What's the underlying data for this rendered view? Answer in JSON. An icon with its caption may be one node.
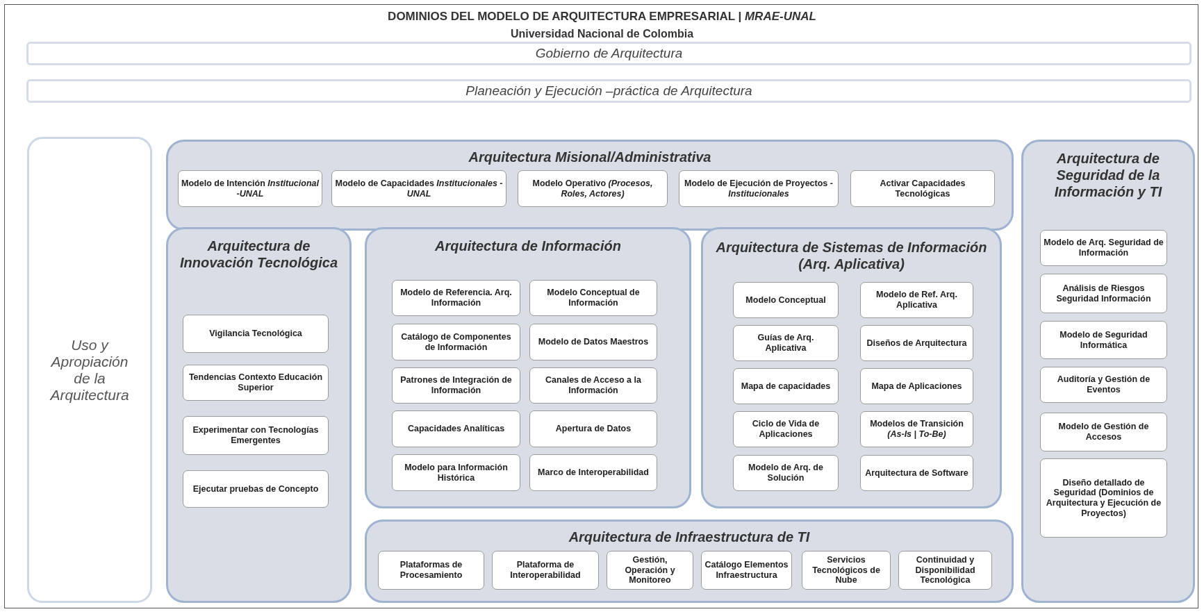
{
  "diagram": {
    "title": "DOMINIOS DEL MODELO DE ARQUITECTURA EMPRESARIAL | *MRAE-UNAL*",
    "nodes": [
      {
        "text": [
          "Gobierno de Arquitectura"
        ]
      },
      {
        "text": [
          "Planeación y Ejecución –práctica de Arquitectura"
        ]
      },
      {
        "text": [
          "Uso y Apropiación de la Arquitectura"
        ]
      },
      {
        "text": [
          "Arquitectura Misional/Administrativa"
        ]
      },
      {
        "text": [
          "Modelo de Intención *Institucional -UNAL*"
        ],
        "in": 3
      },
      {
        "text": [
          "Modelo de Capacidades *Institucionales -UNAL*"
        ],
        "in": 3
      },
      {
        "text": [
          "Modelo Operativo *(Procesos, Roles, Actores)*"
        ],
        "in": 3
      },
      {
        "text": [
          "Modelo de Ejecución de Proyectos *-Institucionales*"
        ],
        "in": 3
      },
      {
        "text": [
          "Activar Capacidades Tecnológicas"
        ],
        "in": 3
      },
      {
        "text": [
          "Arquitectura de Seguridad de la Información y TI"
        ]
      },
      {
        "text": [
          "Modelo de Arq. Seguridad de Información"
        ],
        "in": 9
      },
      {
        "text": [
          "Análisis de Riesgos Seguridad Información"
        ],
        "in": 9
      },
      {
        "text": [
          "Modelo de Seguridad Informática"
        ],
        "in": 9
      },
      {
        "text": [
          "Auditoría y Gestión de Eventos"
        ],
        "in": 9
      },
      {
        "text": [
          "Modelo de Gestión de Accesos"
        ],
        "in": 9
      },
      {
        "text": [
          "Diseño detallado de Seguridad (Dominios de Arquitectura y Ejecución de Proyectos)"
        ],
        "in": 9
      },
      {
        "text": [
          "Arquitectura de Innovación Tecnológica"
        ]
      },
      {
        "text": [
          "Vigilancia Tecnológica"
        ],
        "in": 16
      },
      {
        "text": [
          "Tendencias Contexto Educación Superior"
        ],
        "in": 16
      },
      {
        "text": [
          "Experimentar con Tecnologías Emergentes"
        ],
        "in": 16
      },
      {
        "text": [
          "Ejecutar pruebas de Concepto"
        ],
        "in": 16
      },
      {
        "text": [
          "Arquitectura de Información"
        ]
      },
      {
        "text": [
          "Modelo de Referencia. Arq. Información"
        ],
        "in": 21
      },
      {
        "text": [
          "Modelo Conceptual de Información"
        ],
        "in": 21
      },
      {
        "text": [
          "Catálogo de Componentes de Información"
        ],
        "in": 21
      },
      {
        "text": [
          "Modelo de Datos Maestros"
        ],
        "in": 21
      },
      {
        "text": [
          "Patrones de Integración de Información"
        ],
        "in": 21
      },
      {
        "text": [
          "Canales de Acceso a la Información"
        ],
        "in": 21
      },
      {
        "text": [
          "Capacidades Analíticas"
        ],
        "in": 21
      },
      {
        "text": [
          "Apertura de Datos"
        ],
        "in": 21
      },
      {
        "text": [
          "Modelo para Información Histórica"
        ],
        "in": 21
      },
      {
        "text": [
          "Marco de Interoperabilidad"
        ],
        "in": 21
      },
      {
        "text": [
          "Arquitectura de Sistemas de Información (Arq. Aplicativa)"
        ]
      },
      {
        "text": [
          "Modelo Conceptual"
        ],
        "in": 32
      },
      {
        "text": [
          "Modelo de Ref. Arq. Aplicativa"
        ],
        "in": 32
      },
      {
        "text": [
          "Guías de Arq. Aplicativa"
        ],
        "in": 32
      },
      {
        "text": [
          "Diseños de Arquitectura"
        ],
        "in": 32
      },
      {
        "text": [
          "Mapa de capacidades"
        ],
        "in": 32
      },
      {
        "text": [
          "Mapa de Aplicaciones"
        ],
        "in": 32
      },
      {
        "text": [
          "Ciclo de Vida de Aplicaciones"
        ],
        "in": 32
      },
      {
        "text": [
          "Modelos de Transición *(As-Is | To-Be)*"
        ],
        "in": 32
      },
      {
        "text": [
          "Modelo de Arq. de Solución"
        ],
        "in": 32
      },
      {
        "text": [
          "Arquitectura de Software"
        ],
        "in": 32
      },
      {
        "text": [
          "Arquitectura de Infraestructura de TI"
        ]
      },
      {
        "text": [
          "Plataformas de Procesamiento"
        ],
        "in": 43
      },
      {
        "text": [
          "Plataforma de Interoperabilidad"
        ],
        "in": 43
      },
      {
        "text": [
          "Gestión, Operación y Monitoreo"
        ],
        "in": 43
      },
      {
        "text": [
          "Catálogo Elementos Infraestructura"
        ],
        "in": 43
      },
      {
        "text": [
          "Servicios Tecnológicos de Nube"
        ],
        "in": 43
      },
      {
        "text": [
          "Continuidad y Disponibilidad Tecnológica"
        ],
        "in": 43
      }
    ],
    "labels": [
      "Universidad Nacional de Colombia"
    ]
  }
}
